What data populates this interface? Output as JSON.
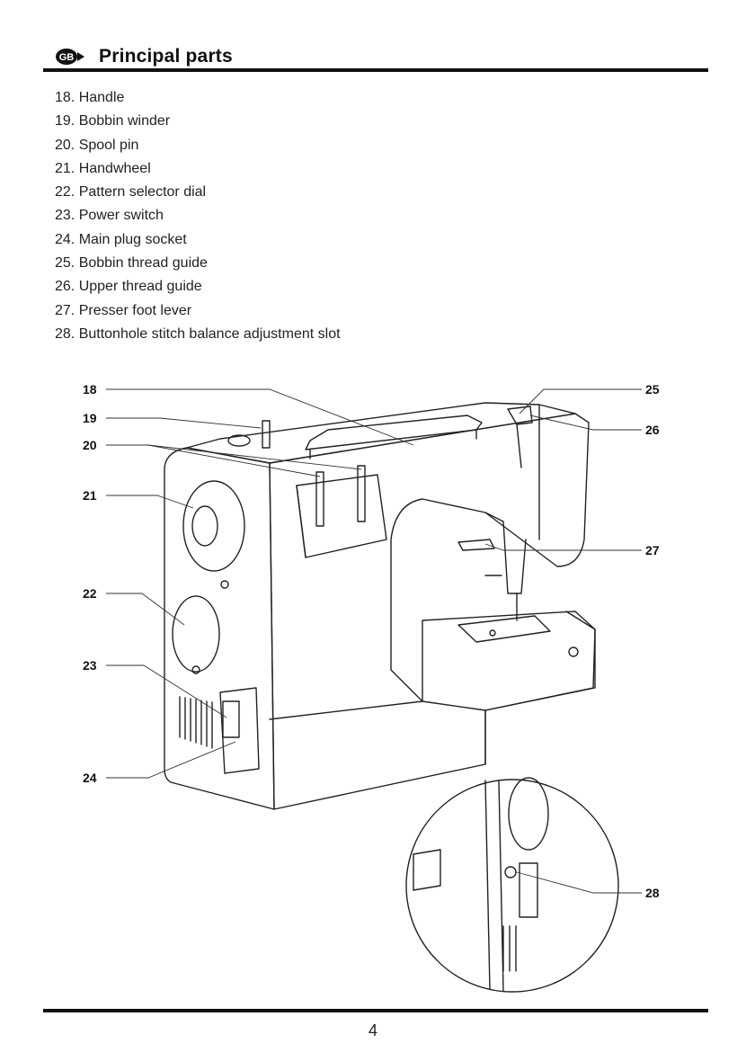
{
  "header": {
    "badge": "GB",
    "title": "Principal parts"
  },
  "parts": [
    "18. Handle",
    "19. Bobbin winder",
    "20. Spool pin",
    "21. Handwheel",
    "22. Pattern selector dial",
    "23. Power switch",
    "24. Main plug socket",
    "25. Bobbin thread guide",
    "26. Upper thread guide",
    "27. Presser foot lever",
    "28. Buttonhole stitch balance adjustment slot"
  ],
  "callouts": {
    "c18": "18",
    "c19": "19",
    "c20": "20",
    "c21": "21",
    "c22": "22",
    "c23": "23",
    "c24": "24",
    "c25": "25",
    "c26": "26",
    "c27": "27",
    "c28": "28"
  },
  "footer": {
    "page_number": "4"
  }
}
